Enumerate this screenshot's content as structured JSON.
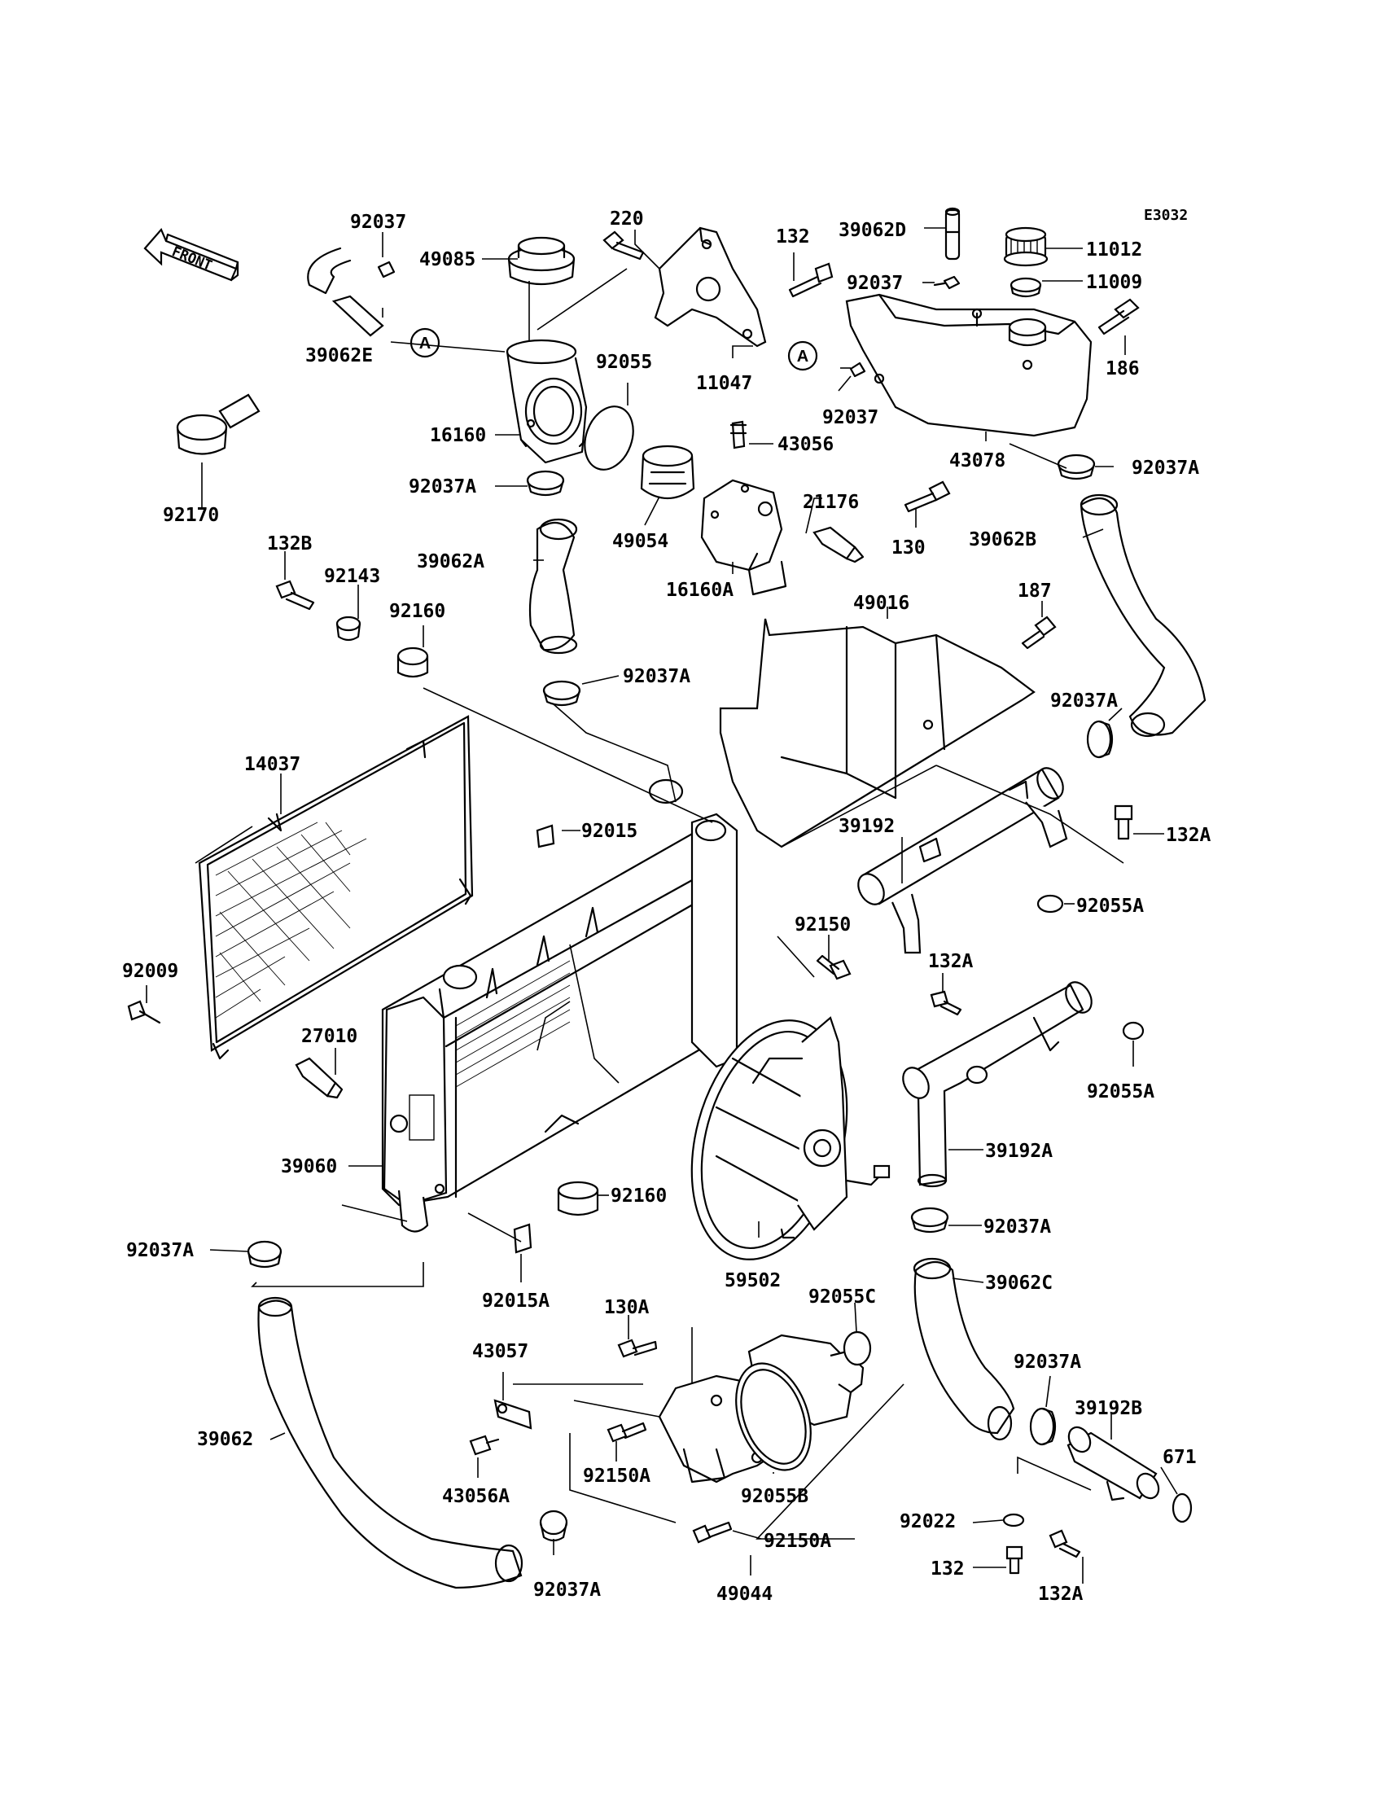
{
  "diagram_code": "E3032",
  "front_arrow_label": "FRONT",
  "callout_letter": "A",
  "parts": {
    "p92037_top": "92037",
    "p49085": "49085",
    "p220": "220",
    "p132_top": "132",
    "p39062D": "39062D",
    "p11012": "11012",
    "p92037_mid": "92037",
    "p11009": "11009",
    "p39062E": "39062E",
    "p186": "186",
    "p11047": "11047",
    "p92055": "92055",
    "p92037_right": "92037",
    "p16160": "16160",
    "p43056": "43056",
    "p43078": "43078",
    "p92170": "92170",
    "p92037A_1": "92037A",
    "p21176": "21176",
    "p92037A_2": "92037A",
    "p49054": "49054",
    "p130": "130",
    "p132B": "132B",
    "p39062A": "39062A",
    "p39062B": "39062B",
    "p92143": "92143",
    "p16160A": "16160A",
    "p49016": "49016",
    "p187": "187",
    "p92160_top": "92160",
    "p92037A_3": "92037A",
    "p92037A_4": "92037A",
    "p14037": "14037",
    "p39192": "39192",
    "p132A_1": "132A",
    "p92015": "92015",
    "p92055A_1": "92055A",
    "p92009": "92009",
    "p92150": "92150",
    "p132A_2": "132A",
    "p27010": "27010",
    "p92055A_2": "92055A",
    "p39192A": "39192A",
    "p39060": "39060",
    "p92160_bot": "92160",
    "p92037A_5": "92037A",
    "p92037A_6": "92037A",
    "p59502": "59502",
    "p39062C": "39062C",
    "p92015A": "92015A",
    "p130A": "130A",
    "p92055C": "92055C",
    "p43057": "43057",
    "p92037A_7": "92037A",
    "p39192B": "39192B",
    "p39062": "39062",
    "p671": "671",
    "p92150A_1": "92150A",
    "p43056A": "43056A",
    "p92055B": "92055B",
    "p92022": "92022",
    "p92150A_2": "92150A",
    "p132_bot": "132",
    "p132A_3": "132A",
    "p92037A_8": "92037A",
    "p49044": "49044"
  }
}
